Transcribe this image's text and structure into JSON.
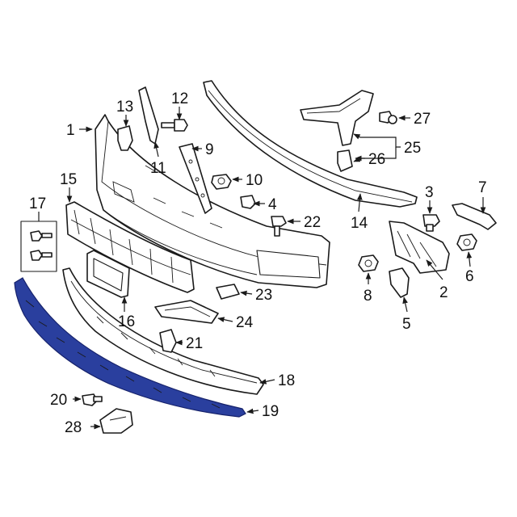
{
  "diagram": {
    "highlight_color": "#2a3f9e",
    "callouts": [
      {
        "id": "c1",
        "label": "1"
      },
      {
        "id": "c2",
        "label": "2"
      },
      {
        "id": "c3",
        "label": "3"
      },
      {
        "id": "c4",
        "label": "4"
      },
      {
        "id": "c5",
        "label": "5"
      },
      {
        "id": "c6",
        "label": "6"
      },
      {
        "id": "c7",
        "label": "7"
      },
      {
        "id": "c8",
        "label": "8"
      },
      {
        "id": "c9",
        "label": "9"
      },
      {
        "id": "c10",
        "label": "10"
      },
      {
        "id": "c11",
        "label": "11"
      },
      {
        "id": "c12",
        "label": "12"
      },
      {
        "id": "c13",
        "label": "13"
      },
      {
        "id": "c14",
        "label": "14"
      },
      {
        "id": "c15",
        "label": "15"
      },
      {
        "id": "c16",
        "label": "16"
      },
      {
        "id": "c17",
        "label": "17"
      },
      {
        "id": "c18",
        "label": "18"
      },
      {
        "id": "c19",
        "label": "19"
      },
      {
        "id": "c20",
        "label": "20"
      },
      {
        "id": "c21",
        "label": "21"
      },
      {
        "id": "c22",
        "label": "22"
      },
      {
        "id": "c23",
        "label": "23"
      },
      {
        "id": "c24",
        "label": "24"
      },
      {
        "id": "c25",
        "label": "25"
      },
      {
        "id": "c26",
        "label": "26"
      },
      {
        "id": "c27",
        "label": "27"
      },
      {
        "id": "c28",
        "label": "28"
      }
    ]
  }
}
